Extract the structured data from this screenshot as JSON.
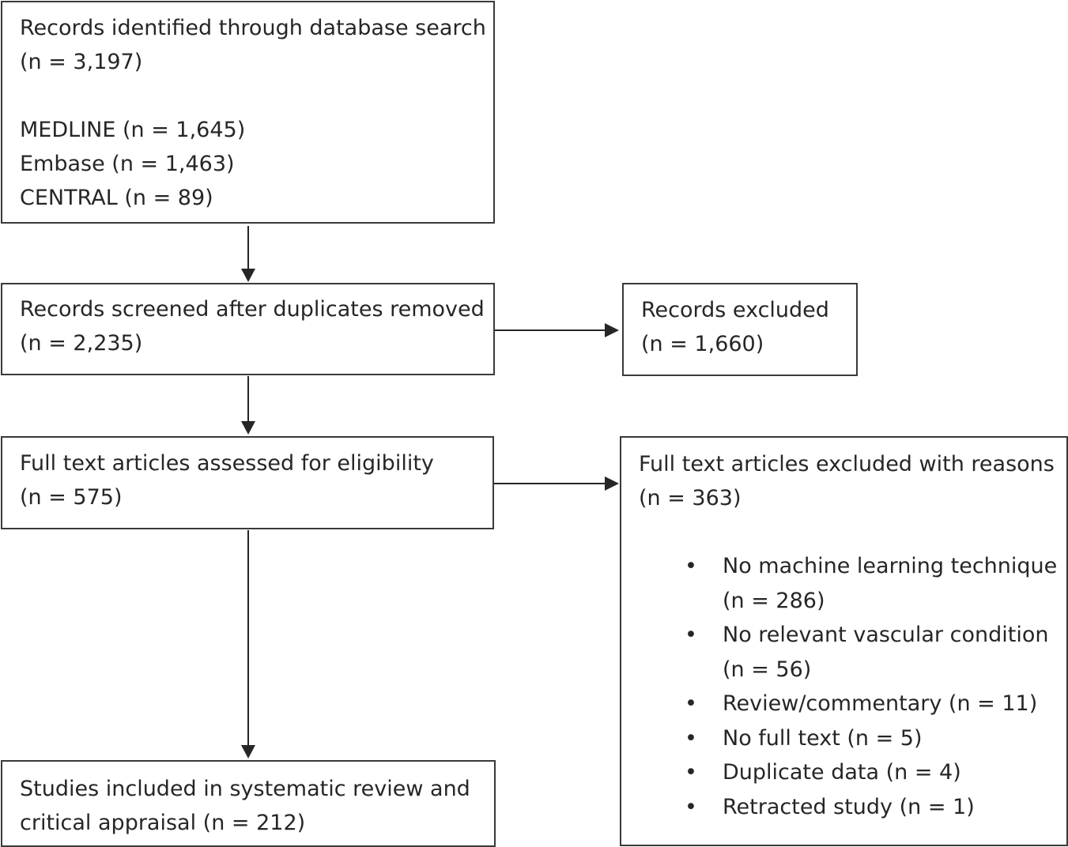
{
  "flowchart": {
    "identification": {
      "title": "Records identified through database search",
      "count": "(n = 3,197)",
      "sources": [
        "MEDLINE (n = 1,645)",
        "Embase (n = 1,463)",
        "CENTRAL (n = 89)"
      ]
    },
    "screening": {
      "title": "Records screened after duplicates removed",
      "count": "(n = 2,235)"
    },
    "records_excluded": {
      "title": "Records excluded",
      "count": "(n = 1,660)"
    },
    "eligibility": {
      "title": "Full text articles assessed for eligibility",
      "count": "(n = 575)"
    },
    "fulltext_excluded": {
      "title": "Full text articles excluded with reasons",
      "count": "(n = 363)",
      "bullet": "•",
      "reasons": [
        {
          "line1": "No machine learning technique",
          "line2": "(n = 286)"
        },
        {
          "line1": "No relevant vascular condition",
          "line2": "(n = 56)"
        },
        {
          "line1": "Review/commentary (n = 11)"
        },
        {
          "line1": "No full text (n = 5)"
        },
        {
          "line1": "Duplicate data (n = 4)"
        },
        {
          "line1": "Retracted study (n = 1)"
        }
      ]
    },
    "included": {
      "line1": "Studies included in systematic review and",
      "line2": "critical appraisal (n = 212)"
    },
    "arrow_color": "#262626",
    "border_color": "#3a3a3a"
  }
}
